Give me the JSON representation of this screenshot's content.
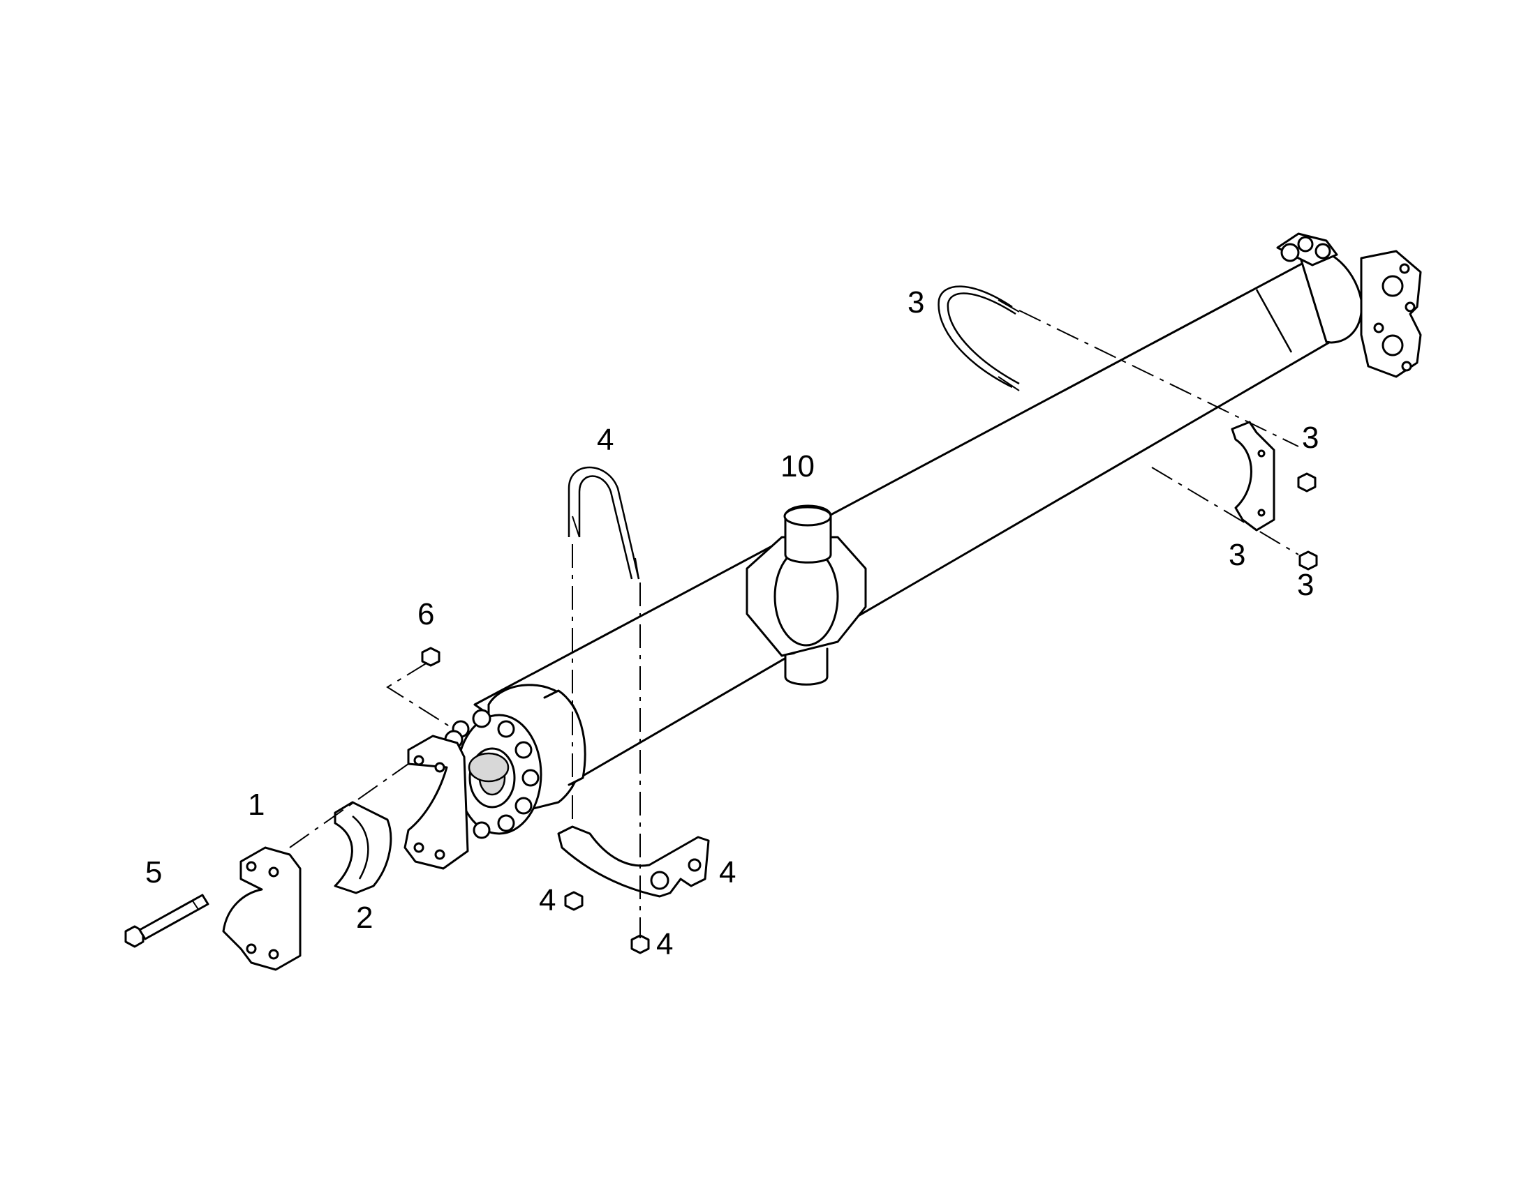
{
  "callouts": {
    "c1": "1",
    "c2": "2",
    "c3a": "3",
    "c3b": "3",
    "c3c": "3",
    "c3d": "3",
    "c4a": "4",
    "c4b": "4",
    "c4c": "4",
    "c4d": "4",
    "c5": "5",
    "c6": "6",
    "c10": "10"
  },
  "colors": {
    "line": "#000000",
    "background": "#ffffff"
  }
}
